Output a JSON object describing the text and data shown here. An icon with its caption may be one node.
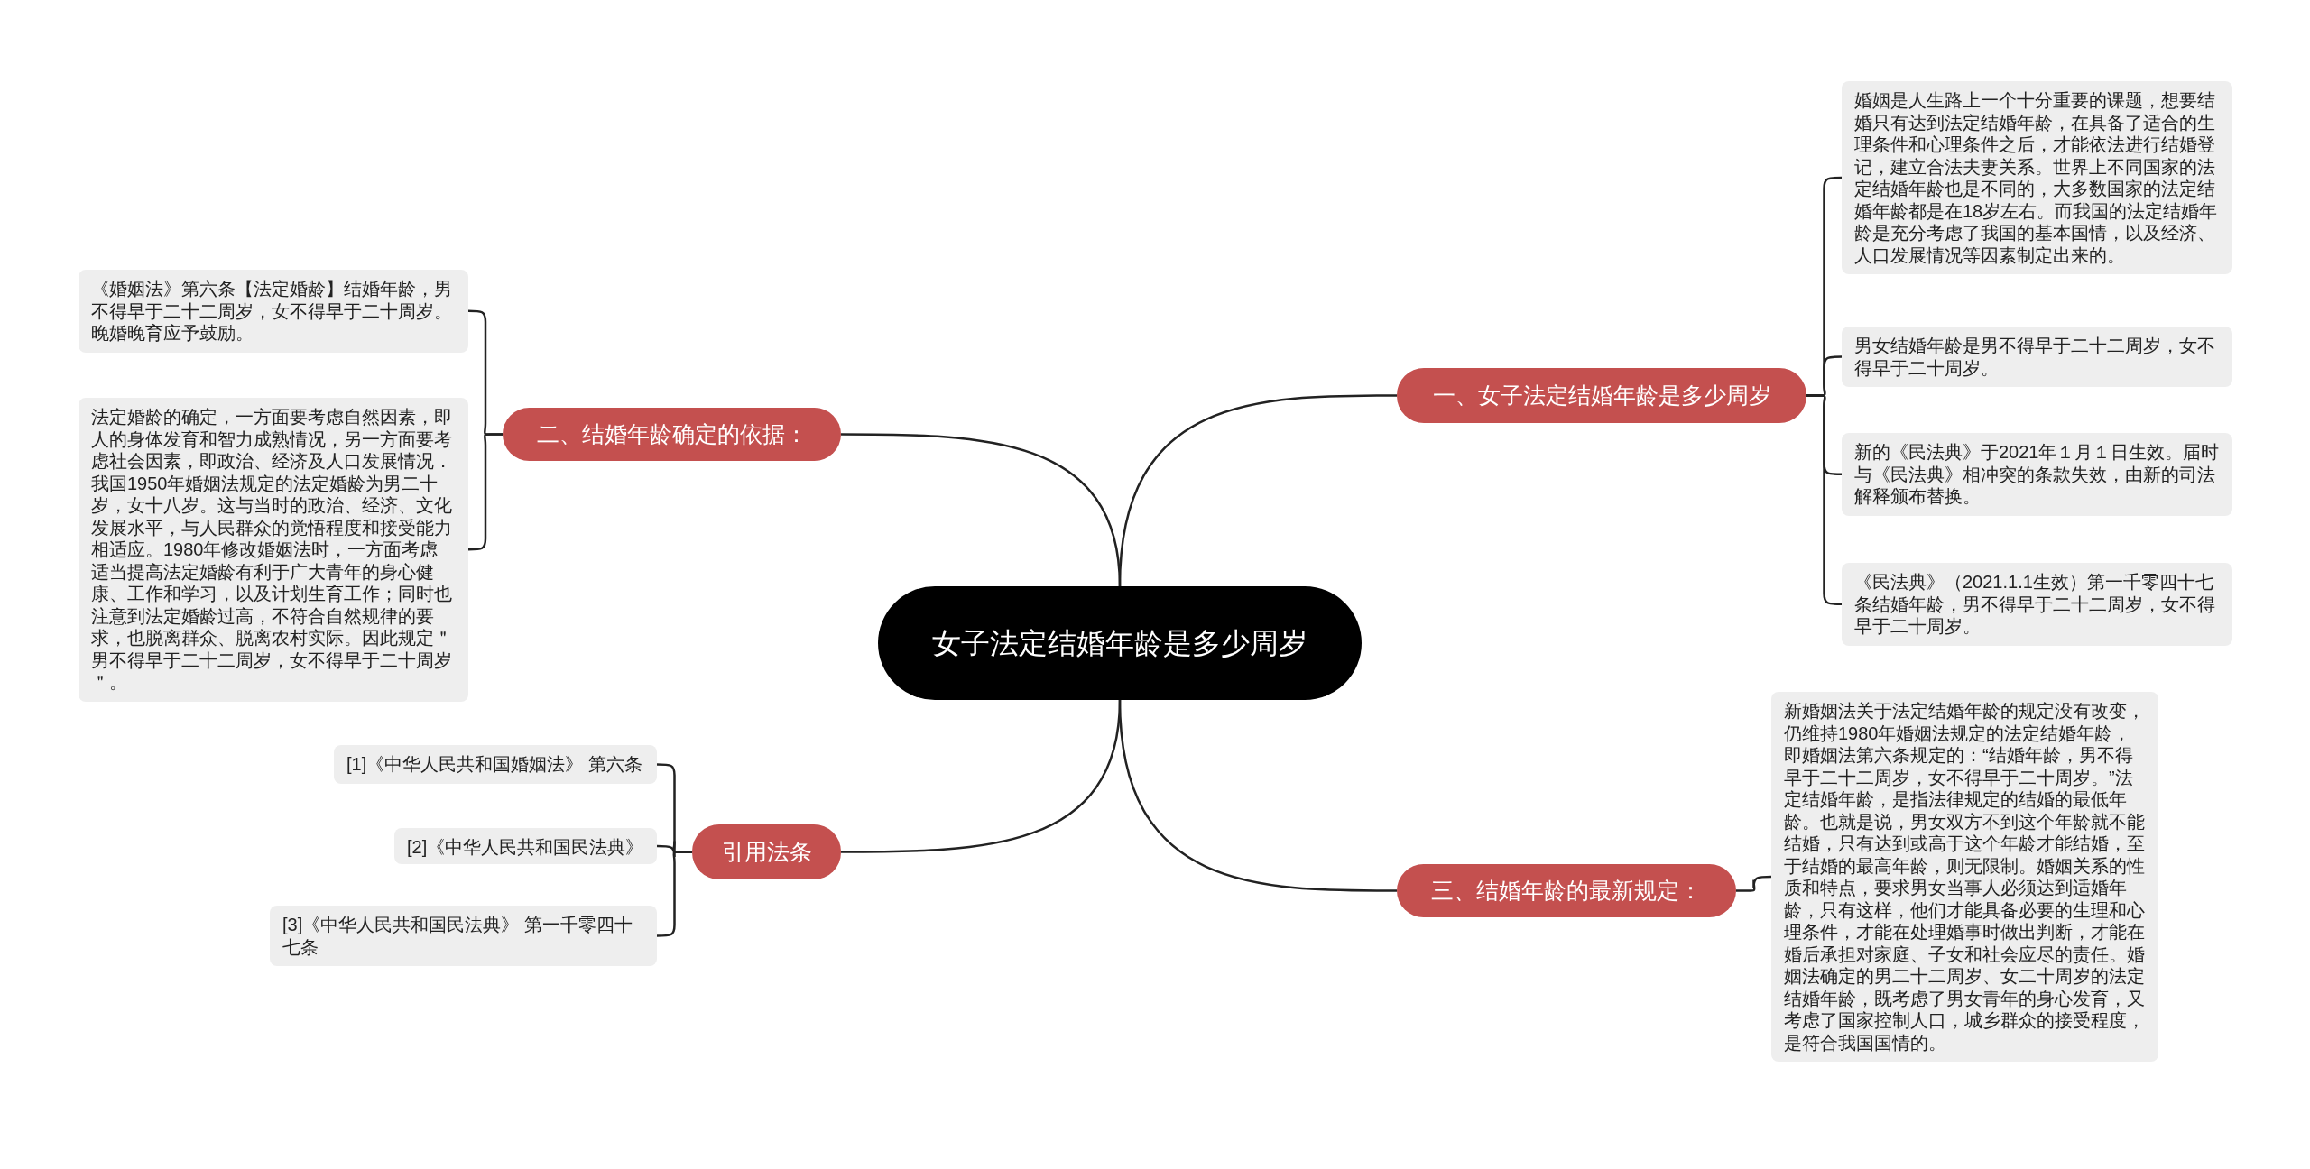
{
  "diagram": {
    "nodes": [
      {
        "text": [
          "女子法定结婚年龄是多少周岁"
        ]
      },
      {
        "text": [
          "一、女子法定结婚年龄是多少周岁"
        ]
      },
      {
        "text": [
          "婚姻是人生路上一个十分重要的课题，想要结婚只有达到法定结婚年龄，在具备了适合的生理条件和心理条件之后，才能依法进行结婚登记，建立合法夫妻关系。世界上不同国家的法定结婚年龄也是不同的，大多数国家的法定结婚年龄都是在18岁左右。而我国的法定结婚年龄是充分考虑了我国的基本国情，以及经济、人口发展情况等因素制定出来的。"
        ]
      },
      {
        "text": [
          "男女结婚年龄是男不得早于二十二周岁，女不得早于二十周岁。"
        ]
      },
      {
        "text": [
          "新的《民法典》于2021年１月１日生效。届时与《民法典》相冲突的条款失效，由新的司法解释颁布替换。"
        ]
      },
      {
        "text": [
          "《民法典》（2021.1.1生效）第一千零四十七条结婚年龄，男不得早于二十二周岁，女不得早于二十周岁。"
        ]
      },
      {
        "text": [
          "二、结婚年龄确定的依据："
        ]
      },
      {
        "text": [
          "《婚姻法》第六条【法定婚龄】结婚年龄，男不得早于二十二周岁，女不得早于二十周岁。晚婚晚育应予鼓励。"
        ]
      },
      {
        "text": [
          "法定婚龄的确定，一方面要考虑自然因素，即人的身体发育和智力成熟情况，另一方面要考虑社会因素，即政治、经济及人口发展情况．我国1950年婚姻法规定的法定婚龄为男二十岁，女十八岁。这与当时的政治、经济、文化发展水平，与人民群众的觉悟程度和接受能力相适应。1980年修改婚姻法时，一方面考虑适当提高法定婚龄有利于广大青年的身心健康、工作和学习，以及计划生育工作；同时也注意到法定婚龄过高，不符合自然规律的要求，也脱离群众、脱离农村实际。因此规定＂男不得早于二十二周岁，女不得早于二十周岁＂。"
        ]
      },
      {
        "text": [
          "三、结婚年龄的最新规定："
        ]
      },
      {
        "text": [
          "新婚姻法关于法定结婚年龄的规定没有改变，仍维持1980年婚姻法规定的法定结婚年龄，即婚姻法第六条规定的：“结婚年龄，男不得早于二十二周岁，女不得早于二十周岁。”法定结婚年龄，是指法律规定的结婚的最低年龄。也就是说，男女双方不到这个年龄就不能结婚，只有达到或高于这个年龄才能结婚，至于结婚的最高年龄，则无限制。婚姻关系的性质和特点，要求男女当事人必须达到适婚年龄，只有这样，他们才能具备必要的生理和心理条件，才能在处理婚事时做出判断，才能在婚后承担对家庭、子女和社会应尽的责任。婚姻法确定的男二十二周岁、女二十周岁的法定结婚年龄，既考虑了男女青年的身心发育，又考虑了国家控制人口，城乡群众的接受程度，是符合我国国情的。"
        ]
      },
      {
        "text": [
          "引用法条"
        ]
      },
      {
        "text": [
          "[1]《中华人民共和国婚姻法》 第六条"
        ]
      },
      {
        "text": [
          "[2]《中华人民共和国民法典》"
        ]
      },
      {
        "text": [
          "[3]《中华人民共和国民法典》 第一千零四十七条"
        ]
      }
    ],
    "edges": [
      {
        "from": 0,
        "to": 1,
        "arrow": "none"
      },
      {
        "from": 1,
        "to": 2,
        "arrow": "none"
      },
      {
        "from": 1,
        "to": 3,
        "arrow": "none"
      },
      {
        "from": 1,
        "to": 4,
        "arrow": "none"
      },
      {
        "from": 1,
        "to": 5,
        "arrow": "none"
      },
      {
        "from": 0,
        "to": 6,
        "arrow": "none"
      },
      {
        "from": 6,
        "to": 7,
        "arrow": "none"
      },
      {
        "from": 6,
        "to": 8,
        "arrow": "none"
      },
      {
        "from": 0,
        "to": 9,
        "arrow": "none"
      },
      {
        "from": 9,
        "to": 10,
        "arrow": "none"
      },
      {
        "from": 0,
        "to": 11,
        "arrow": "none"
      },
      {
        "from": 11,
        "to": 12,
        "arrow": "none"
      },
      {
        "from": 11,
        "to": 13,
        "arrow": "none"
      },
      {
        "from": 11,
        "to": 14,
        "arrow": "none"
      }
    ]
  }
}
